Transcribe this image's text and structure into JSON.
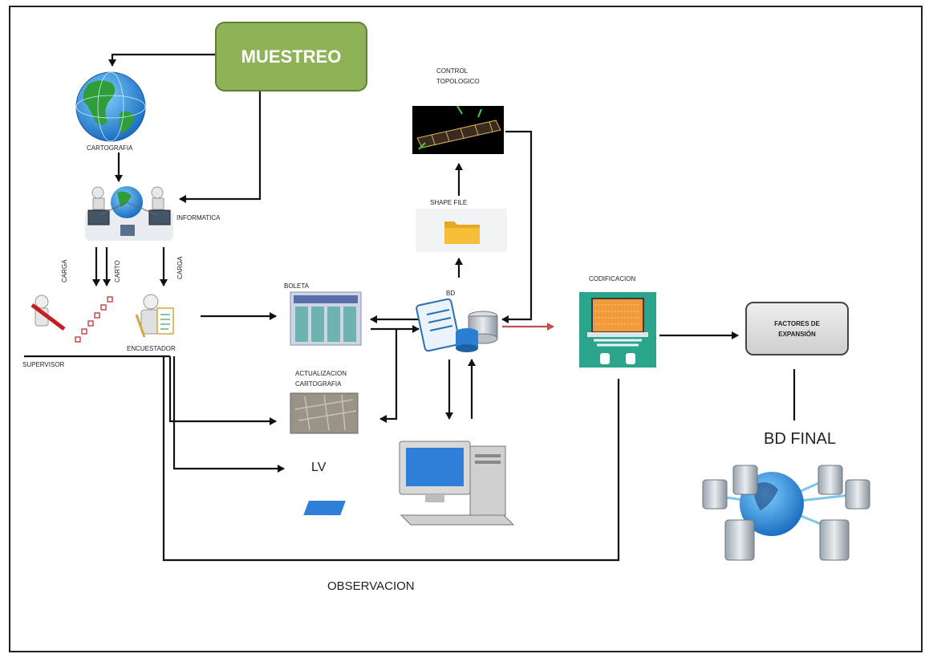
{
  "nodes": {
    "muestreo": "MUESTREO",
    "cartografia": "CARTOGRAFIA",
    "informatica": "INFORMATICA",
    "carga_left": "CARGA",
    "carto": "CARTO",
    "carga_right": "CARGA",
    "supervisor": "SUPERVISOR",
    "encuestador": "ENCUESTADOR",
    "boleta": "BOLETA",
    "actualizacion_line1": "ACTUALIZACION",
    "actualizacion_line2": "CARTOGRAFIA",
    "lv": "LV",
    "bd": "BD",
    "shape_file": "SHAPE FILE",
    "control_line1": "CONTROL",
    "control_line2": "TOPOLOGICO",
    "codificacion": "CODIFICACION",
    "factores_line1": "FACTORES DE",
    "factores_line2": "EXPANSIÓN",
    "bd_final": "BD FINAL",
    "observacion": "OBSERVACION"
  },
  "icons": {
    "globe": "globe-icon",
    "network_team": "network-team-icon",
    "supervisor": "checklist-pen-icon",
    "encuestador": "clipboard-person-icon",
    "boleta": "form-document-icon",
    "satellite_map": "satellite-map-icon",
    "database": "database-icon",
    "folder": "folder-icon",
    "topology": "topology-map-icon",
    "coding": "coding-laptop-icon",
    "computer": "desktop-computer-icon",
    "final_db": "global-database-network-icon"
  },
  "colors": {
    "muestreo_fill": "#8db356",
    "muestreo_border": "#5f7f34",
    "arrow": "#111111",
    "arrow_red": "#c0504d",
    "factores_fill": "#dddddd",
    "coding_bg": "#2aa58b"
  }
}
